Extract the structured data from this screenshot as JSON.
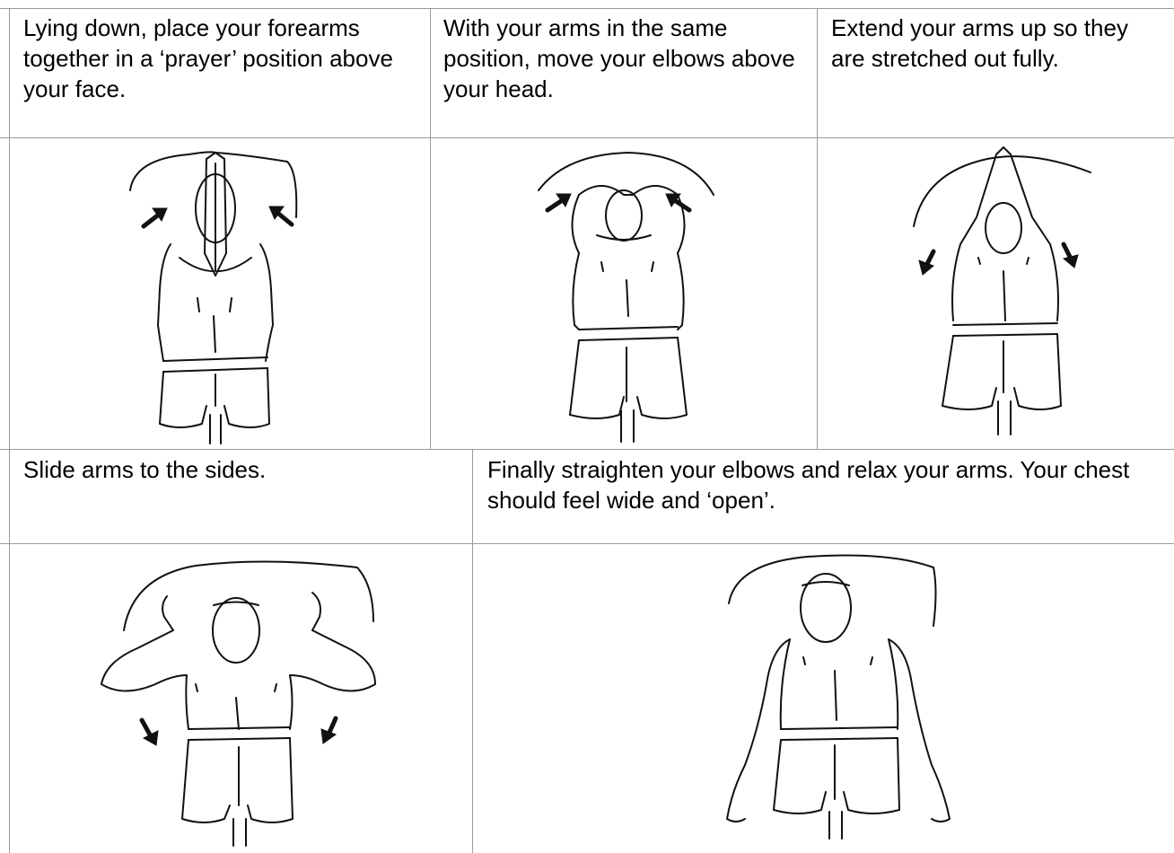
{
  "steps": [
    {
      "text": "Lying down, place your forearms together in a ‘prayer’ position above your face.",
      "figure": "prayer-position-figure"
    },
    {
      "text": "With your arms in the same position, move your elbows above your head.",
      "figure": "elbows-above-head-figure"
    },
    {
      "text": "Extend your arms up so they are stretched out fully.",
      "figure": "arms-extended-figure"
    },
    {
      "text": "Slide arms to the sides.",
      "figure": "arms-to-sides-figure"
    },
    {
      "text": "Finally straighten your elbows and relax your arms. Your chest should feel wide and ‘open’.",
      "figure": "arms-relaxed-figure"
    }
  ]
}
